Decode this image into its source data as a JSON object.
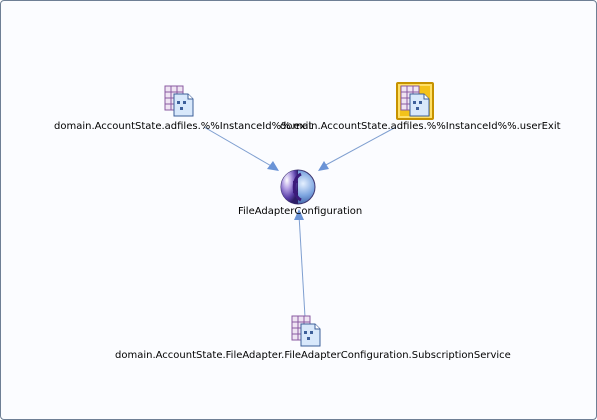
{
  "diagram": {
    "nodes": [
      {
        "id": "n1",
        "label": "domain.AccountState.adfiles.%%InstanceId%%.exit",
        "icon": "file-table-icon",
        "selected": false
      },
      {
        "id": "n2",
        "label": "domain.AccountState.adfiles.%%InstanceId%%.userExit",
        "icon": "file-table-icon",
        "selected": true
      },
      {
        "id": "n3",
        "label": "FileAdapterConfiguration",
        "icon": "adapter-sphere-icon",
        "selected": false
      },
      {
        "id": "n4",
        "label": "domain.AccountState.FileAdapter.FileAdapterConfiguration.SubscriptionService",
        "icon": "file-table-icon",
        "selected": false
      }
    ],
    "edges": [
      {
        "from": "n1",
        "to": "n3"
      },
      {
        "from": "n2",
        "to": "n3"
      },
      {
        "from": "n4",
        "to": "n3"
      }
    ],
    "colors": {
      "edge": "#7f9fd0",
      "arrowhead": "#6a93d6",
      "selection": "#f3c21a"
    }
  }
}
